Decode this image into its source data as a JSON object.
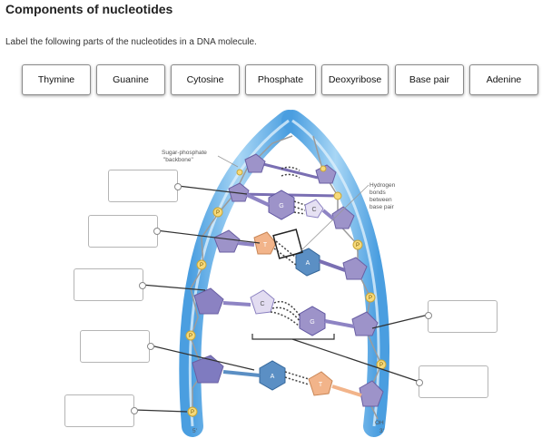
{
  "page": {
    "title": "Components of nucleotides",
    "instruction": "Label the following parts of the nucleotides in a DNA molecule."
  },
  "chips": [
    "Thymine",
    "Guanine",
    "Cytosine",
    "Phosphate",
    "Deoxyribose",
    "Base pair",
    "Adenine"
  ],
  "diagram": {
    "backbone_label_1": "Sugar-phosphate",
    "backbone_label_2": "\"backbone\"",
    "hbond_label_1": "Hydrogen",
    "hbond_label_2": "bonds",
    "hbond_label_3": "between",
    "hbond_label_4": "base pair",
    "end_5": "5'",
    "end_3": "3'",
    "oh": "OH",
    "p": "P",
    "base_g": "G",
    "base_c": "C",
    "base_t": "T",
    "base_a": "A"
  },
  "colors": {
    "strand": "#6fb6e8",
    "strand_dark": "#3e8fd0",
    "purple_base": "#9d93c9",
    "blue_base": "#5b8fc4",
    "orange_base": "#f2b48a",
    "light_base": "#dcd5ee",
    "phosphate": "#f6d97a"
  }
}
